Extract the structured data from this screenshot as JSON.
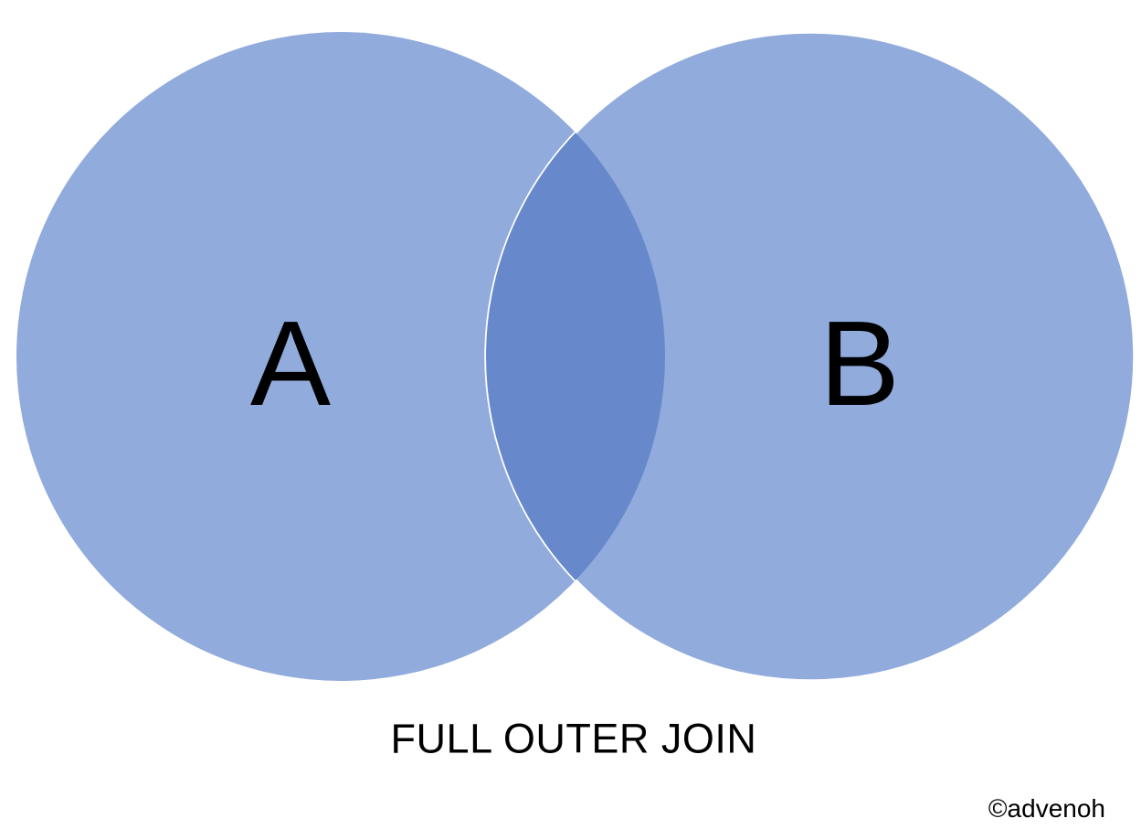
{
  "diagram": {
    "type": "venn-two-set",
    "title": "FULL OUTER JOIN",
    "watermark": "©advenoh",
    "sets": {
      "a": {
        "label": "A"
      },
      "b": {
        "label": "B"
      }
    },
    "colors": {
      "background": "#FFFFFF",
      "circle_fill": "#91ABDC",
      "intersection_fill": "#6789CB",
      "circle_outline": "#FFFFFF",
      "text": "#000000"
    }
  }
}
